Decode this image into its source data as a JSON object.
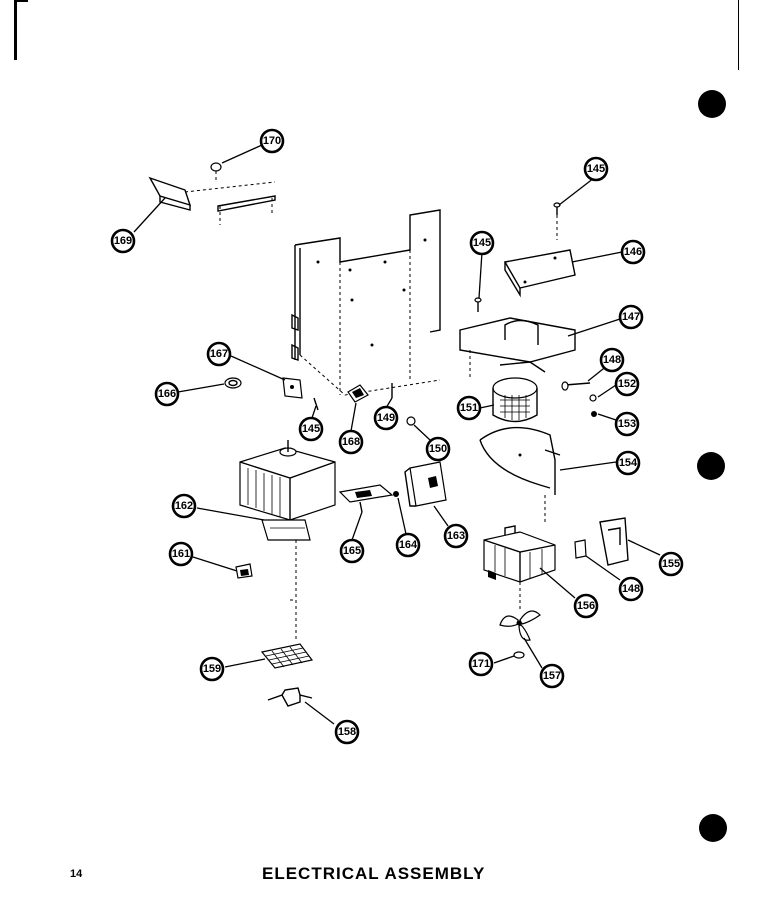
{
  "page": {
    "number": "14",
    "title": "ELECTRICAL ASSEMBLY"
  },
  "callouts": {
    "c170": "170",
    "c169": "169",
    "c145a": "145",
    "c146": "146",
    "c145b": "145",
    "c147": "147",
    "c148a": "148",
    "c152": "152",
    "c153": "153",
    "c151": "151",
    "c167": "167",
    "c166": "166",
    "c145c": "145",
    "c168": "168",
    "c149": "149",
    "c150": "150",
    "c154": "154",
    "c162": "162",
    "c165": "165",
    "c164": "164",
    "c163": "163",
    "c161": "161",
    "c155": "155",
    "c148b": "148",
    "c156": "156",
    "c159": "159",
    "c171": "171",
    "c157": "157",
    "c158": "158"
  },
  "colors": {
    "ink": "#000000",
    "paper": "#ffffff"
  }
}
